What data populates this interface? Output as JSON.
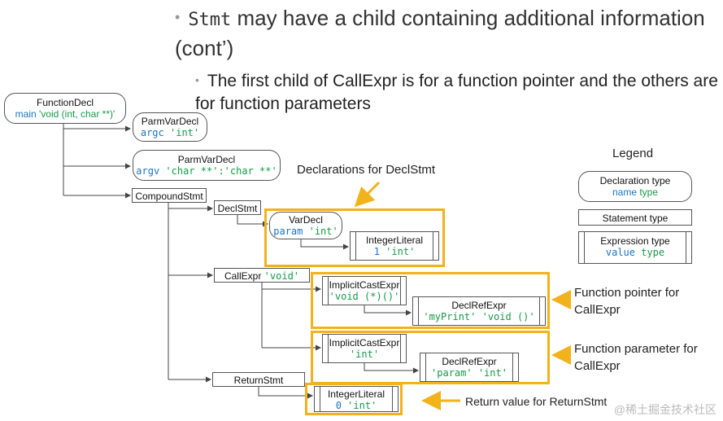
{
  "bullets": {
    "b1_code": "Stmt",
    "b1_text": " may have a child containing additional information (cont’)",
    "b2_text": "The first child of CallExpr is for a function pointer and the others are for function parameters"
  },
  "nodes": {
    "function_decl": {
      "title": "FunctionDecl",
      "name": "main",
      "type": "'void (int, char **)'"
    },
    "parm1": {
      "title": "ParmVarDecl",
      "name": "argc",
      "type": "'int'"
    },
    "parm2": {
      "title": "ParmVarDecl",
      "name": "argv",
      "type": "'char **':'char **'"
    },
    "compound": {
      "title": "CompoundStmt"
    },
    "declstmt": {
      "title": "DeclStmt"
    },
    "vardecl": {
      "title": "VarDecl",
      "name": "param",
      "type": "'int'"
    },
    "intlit1": {
      "title": "IntegerLiteral",
      "value": "1",
      "type": "'int'"
    },
    "callexpr": {
      "title": "CallExpr",
      "type": "'void'"
    },
    "implicit1": {
      "title": "ImplicitCastExpr",
      "type": "'void (*)()'"
    },
    "declref1": {
      "title": "DeclRefExpr",
      "name": "'myPrint'",
      "type": "'void ()'"
    },
    "implicit2": {
      "title": "ImplicitCastExpr",
      "type": "'int'"
    },
    "declref2": {
      "title": "DeclRefExpr",
      "name": "'param'",
      "type": "'int'"
    },
    "returnstmt": {
      "title": "ReturnStmt"
    },
    "intlit0": {
      "title": "IntegerLiteral",
      "value": "0",
      "type": "'int'"
    }
  },
  "annotations": {
    "decl_for_declstmt": "Declarations for DeclStmt",
    "fp_line1": "Function pointer for",
    "fp_line2": "CallExpr",
    "param_line1": "Function parameter for",
    "param_line2": "CallExpr",
    "retval": "Return value for ReturnStmt"
  },
  "legend": {
    "title": "Legend",
    "decl_type": "Declaration type",
    "decl_name": "name",
    "decl_typelabel": "type",
    "stmt_type": "Statement type",
    "expr_type": "Expression type",
    "expr_value": "value",
    "expr_typelabel": "type"
  },
  "watermark": "@稀土掘金技术社区",
  "colors": {
    "highlight": "#f2b21b",
    "name": "#1a74c4",
    "type": "#159b4a"
  }
}
